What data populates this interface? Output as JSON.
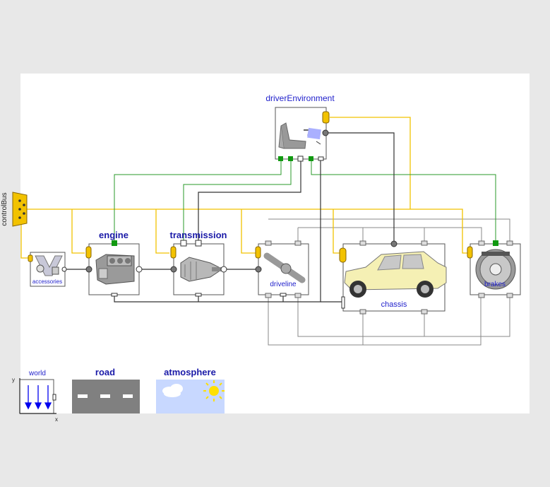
{
  "diagram": {
    "blocks": {
      "driverEnvironment": "driverEnvironment",
      "engine": "engine",
      "transmission": "transmission",
      "accessories": "accessories",
      "driveline": "driveline",
      "chassis": "chassis",
      "brakes": "brakes",
      "world": "world",
      "road": "road",
      "atmosphere": "atmosphere"
    },
    "bus_label": "controlBus",
    "axes": {
      "x": "x",
      "y": "y"
    }
  },
  "colors": {
    "background": "#e8e8e8",
    "canvas": "#ffffff",
    "bus": "#f2c200",
    "signal": "#2a9a2a",
    "mechanical": "#333333",
    "frame": "#888888",
    "label": "#2222cc",
    "road": "#808080",
    "sky": "#c8d8ff"
  },
  "icons": [
    "seat-icon",
    "engine-icon",
    "gearbox-icon",
    "shaft-icon",
    "car-icon",
    "brake-disc-icon",
    "road-icon",
    "sun-icon",
    "cloud-icon",
    "belt-icon"
  ]
}
